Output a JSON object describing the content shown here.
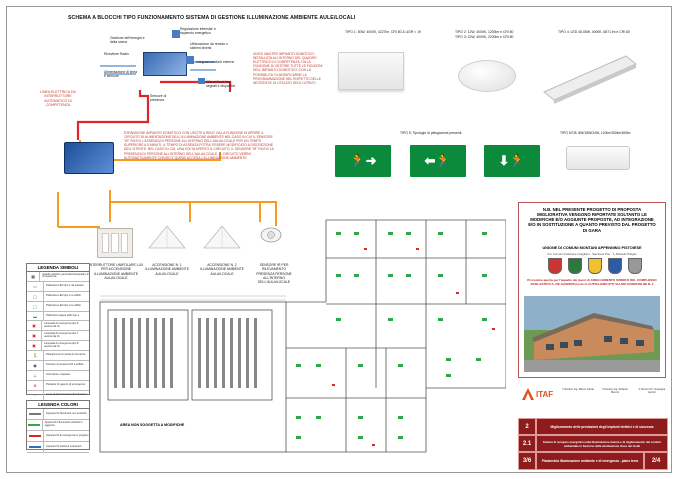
{
  "title": "SCHEMA A BLOCCHI TIPO FUNZIONAMENTO SISTEMA DI GESTIONE ILLUMINAZIONE AMBIENTE AULE/LOCALI",
  "block_diagram": {
    "labels": {
      "mgmt_system": "Gestione dell'energia e della scena",
      "lighting_control": "Regolazione intensita' e risparmio energetico",
      "multi_control": "Utilizzazione da remoto o sistemi diversi",
      "receiver": "Ricevitore Radio",
      "schedule": "Integrazione di illuminazione e superfici",
      "ext_integration": "Integrazione fonti esterne",
      "power": "Alimentazione di linea e sensore",
      "sensor_remote": "Allarmi fuori luce, segnali e dispositivi",
      "presence": "Sensore di presenza",
      "main_line": "LINEA ELETTRICA DA INTERRUTTORE AUTOMATICO DI COMPETENZA"
    },
    "master_note": "UNITA' MASTER IMPIANTO DOMOTICO: INSTALLATA ALL'INTERNO DEL QUADRO ELETTRICO DI COMPETENZA, HA LA FUNZIONE DI GESTIRE TUTTE LE FUNZIONI DELL'IMPIANTO DOMOTICO, CON LA POSSIBILITA' DI MODIFICARNE LA PROGRAMMAZIONE NEL RISPETTO DELLE NECESSITA' DI UTILIZZO DEGLI UTENTI.",
    "expansion_note": "ESPANSIONE IMPIANTO DOMOTICO CON USCITE A RELE' HA LA FUNZIONE DI APRIRE IL CIRCUITO DI ALIMENTAZIONE DELL'ILLUMINAZIONE AMBIENTE NEL CASO IN CUI IL SENSORE \"IR\" RILEVI L'ASSENZA DI PERSONE ALL'INTERNO DELL'AULA/LOCALE PER UN TEMPO SUPERIORE A 5 MINUTI. IL TEMPO DI ASSENZA POTRA' ESSERE MODIFICATO A DISCREZIONE DELL'UTENTE. NEL CASO IN CUI, UNA VOLTA APERTO IL CIRCUITO, IL SENSORE \"IR\" RILEVI LA PRESENZA DI PERSONE ALL'INTERNO DELL'AULA/LOCALE, IL CIRCUITO VERRA' AUTOMATICAMENTE CHIUSO E QUINDI ACCESA L'ILLUMINAZIONE AMBIENTE.",
    "switch_caption": "INTERRUTTORE UNIPOLARE LUX PER ACCENSIONE ILLUMINAZIONE AMBIENTE AULA/LOCALE",
    "lamp1_caption": "ACCENSIONE N. 1 ILLUMINAZIONE AMBIENTE AULA/LOCALE",
    "lamp2_caption": "ACCENSIONE N. 2 ILLUMINAZIONE AMBIENTE AULA/LOCALE",
    "sensor_caption": "SENSORE IR PER RILEVAMENTO PRESENZA PERSONE ALL'INTERNO DELL'AULA/LOCALE"
  },
  "luminaires": {
    "tipo1": "TIPO 1: 30W, 4000K, 4227lm, CRI 80 & UGR < 19",
    "tipo2": "TIPO 2: 12W, 4000K, 1200lm e CRI 80",
    "tipo3": "TIPO 3: 22W, 4000K, 2200lm e CRI 80",
    "tipo4": "TIPO 4: LED 45-55W, 4000K, 6871 lm e CRI 80",
    "tipo5": "TIPO 5: Tipologie di pittogrammi presenti",
    "tipo67": "TIPO 6/7/8: 8W/18W/24W, 120lm/300lm/460lm"
  },
  "legend_symbols": {
    "title": "LEGENDA SIMBOLI",
    "rows": [
      "Quadro elettrico generale/sottoquadro di competenza",
      "Plafoniera LED tipo 1 da incasso",
      "Plafoniera LED tipo 2 a soffitto",
      "Plafoniera LED tipo 3 a soffitto",
      "Plafoniera stagna LED tipo 4",
      "Lampada di emergenza tipo 6 autonomia 1h",
      "Lampada di emergenza tipo 7 autonomia 1h",
      "Lampada di emergenza tipo 8 autonomia 1h",
      "Pittogramma di uscita di sicurezza",
      "Sensore di presenza IR a soffitto",
      "Interruttore unipolare",
      "Pulsante di sgancio di emergenza",
      "Linea di alimentazione illuminazione",
      "Linea di alimentazione emergenza"
    ]
  },
  "legend_colors": {
    "title": "LEGENDA COLORI",
    "rows": [
      "Apparecchi illuminanti non sostituiti",
      "Apparecchi illuminanti sostituiti in aggiunta",
      "Apparecchi di emergenza in progetto",
      "Apparecchi esistenti mantenuti"
    ]
  },
  "plan": {
    "area_label": "AREA NON SOGGETTA A MODIFICHE"
  },
  "right_panel": {
    "note": "N.B. NEL PRESENTE PROGETTO DI PROPOSTA MIGLIORATIVA VENGONO RIPORTATE SOLTANTO LE MODIFICHE E/O AGGIUNTE PROPOSTE, AD INTEGRAZIONE E/O IN SOSTITUZIONE A QUANTO PREVISTO DAL PROGETTO DI GARA",
    "union": "UNIONE DI COMUNI MONTANI APPENNINO PISTOIESE",
    "union_sub": "fra i Comuni di Abetone Cutigliano · Sambuca P.se · S. Marcello Piteglio",
    "procedure": "Procedura aperta per l'appalto dei lavori di ADEGUAMENTO SISMICO DEL COMPLESSO SCOLASTICO A. DE GASPERI posto in CUTIGLIANO (PT) VIA DEI FIUMICIOLINI N. 2",
    "brand": "ITAF",
    "signers": [
      "Il Tecnico Ing. Marco Carrai",
      "Il Tecnico Ing. Roberto Meroni",
      "Il Tecnico P.i. Giuseppe Iannini"
    ]
  },
  "title_block": {
    "row1_num": "2",
    "row1_desc": "Miglioramento delle prestazioni degli impianti elettrici e di sicurezza",
    "row2_num": "2.1",
    "row2_desc": "Sistemi di recupero energetico nella illuminazione interna e di miglioramento dei comfort ambientale in funzione della destinazione d'uso dei locali",
    "row3_num": "3/6",
    "row3_desc": "Planimetria illuminazione ambiente e di emergenza - piano terra",
    "sheet": "2/4"
  }
}
